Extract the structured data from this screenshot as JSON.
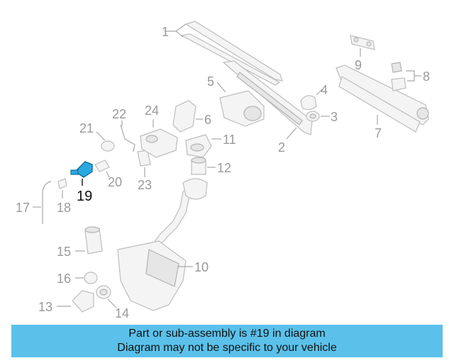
{
  "diagram": {
    "highlighted_part": "19",
    "highlight_color": "#2aa9e0",
    "callouts": [
      "1",
      "2",
      "3",
      "4",
      "5",
      "6",
      "7",
      "8",
      "9",
      "10",
      "11",
      "12",
      "13",
      "14",
      "15",
      "16",
      "17",
      "18",
      "19",
      "20",
      "21",
      "22",
      "23",
      "24"
    ]
  },
  "banner": {
    "line1": "Part or sub-assembly is #19 in diagram",
    "line2": "Diagram may not be specific to your vehicle",
    "background": "#5bc1ea"
  }
}
